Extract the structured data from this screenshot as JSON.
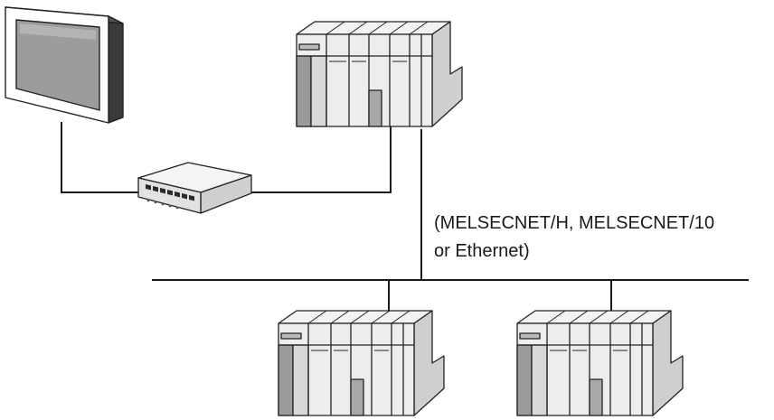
{
  "network_label": {
    "line1": "(MELSECNET/H, MELSECNET/10",
    "line2": "or Ethernet)"
  },
  "devices": [
    {
      "name": "gp-display",
      "icon": "touch-panel-display-icon"
    },
    {
      "name": "ethernet-hub",
      "icon": "hub-icon"
    },
    {
      "name": "plc-main",
      "icon": "plc-rack-icon"
    },
    {
      "name": "plc-remote-1",
      "icon": "plc-rack-icon"
    },
    {
      "name": "plc-remote-2",
      "icon": "plc-rack-icon"
    }
  ],
  "colors": {
    "line": "#1a1a1a",
    "outline": "#222222",
    "light_face": "#f0f0f0",
    "mid_face": "#cccccc",
    "dark_face": "#999999"
  }
}
